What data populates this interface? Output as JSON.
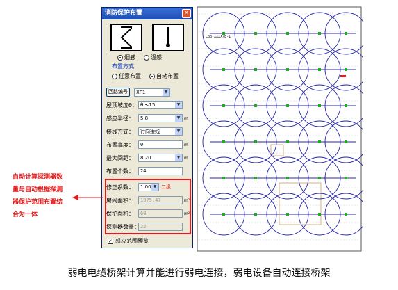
{
  "dialog": {
    "title": "消防保护布置",
    "close_icon": "close-icon",
    "detector_types": [
      {
        "icon": "smoke-detector-icon",
        "label": "烟感",
        "selected": true
      },
      {
        "icon": "heat-detector-icon",
        "label": "温感",
        "selected": false
      }
    ],
    "layout_mode": {
      "title": "布置方式",
      "options": [
        {
          "label": "任意布置",
          "selected": false
        },
        {
          "label": "自动布置",
          "selected": true
        }
      ]
    },
    "circuit": {
      "button_label": "回路编号",
      "value": "XF1"
    },
    "roof_slope": {
      "label": "屋顶坡度θ：",
      "value": "θ ≤15"
    },
    "sense_radius": {
      "label": "感应半径：",
      "value": "5.8",
      "unit": "m"
    },
    "connect_mode": {
      "label": "接线方式：",
      "value": "行向接线"
    },
    "install_height": {
      "label": "布置高度：",
      "value": "0",
      "unit": "m"
    },
    "max_spacing": {
      "label": "最大间距：",
      "value": "8.20",
      "unit": "m"
    },
    "count": {
      "label": "布置个数：",
      "value": "24"
    },
    "correction": {
      "label": "修正系数：",
      "value": "1.00",
      "level": "二级"
    },
    "room_area": {
      "label": "房间面积：",
      "value": "1075.47",
      "unit": "m²"
    },
    "protect_area": {
      "label": "保护面积：",
      "value": "60",
      "unit": "m²"
    },
    "detector_count": {
      "label": "探测器数量：",
      "value": "22"
    },
    "preview": {
      "label": "感应范围预览",
      "checked": true
    }
  },
  "annotation": [
    "自动计算探测器数",
    "量与自动根据探测",
    "器保护范围布置结",
    "合为一体"
  ],
  "drawing": {
    "id_label": "LB8-XXXX/E-1",
    "colors": {
      "circle": "#2424a8",
      "detector": "#22aa22",
      "accent": "#e3191b"
    }
  },
  "caption": "弱电电缆桥架计算并能进行弱电连接，弱电设备自动连接桥架"
}
